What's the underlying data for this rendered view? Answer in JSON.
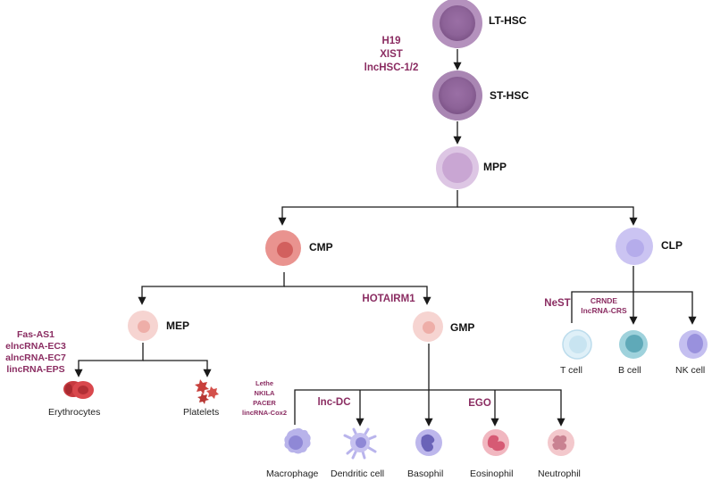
{
  "nodes": {
    "lt_hsc": "LT-HSC",
    "st_hsc": "ST-HSC",
    "mpp": "MPP",
    "cmp": "CMP",
    "clp": "CLP",
    "mep": "MEP",
    "gmp": "GMP"
  },
  "cells": {
    "erythrocytes": "Erythrocytes",
    "platelets": "Platelets",
    "macrophage": "Macrophage",
    "dendritic": "Dendritic cell",
    "basophil": "Basophil",
    "eosinophil": "Eosinophil",
    "neutrophil": "Neutrophil",
    "t_cell": "T cell",
    "b_cell": "B cell",
    "nk_cell": "NK cell"
  },
  "lncrnas": {
    "hsc": [
      "H19",
      "XIST",
      "lncHSC-1/2"
    ],
    "mep": [
      "Fas-AS1",
      "elncRNA-EC3",
      "alncRNA-EC7",
      "lincRNA-EPS"
    ],
    "gmp": "HOTAIRM1",
    "macrophage": [
      "Lethe",
      "NKILA",
      "PACER",
      "lincRNA-Cox2"
    ],
    "dendritic": "lnc-DC",
    "eosinophil": "EGO",
    "t_cell": "NeST",
    "b_cell": [
      "CRNDE",
      "lncRNA-CRS"
    ]
  },
  "colors": {
    "stem": "#a57bb0",
    "stem_dark": "#8f6699",
    "mpp": "#c9a6d3",
    "cmp": "#e07b78",
    "clp": "#b8b0ea",
    "progenitor_pink": "#f2c4c0",
    "lncrna_text": "#8b2d62"
  }
}
